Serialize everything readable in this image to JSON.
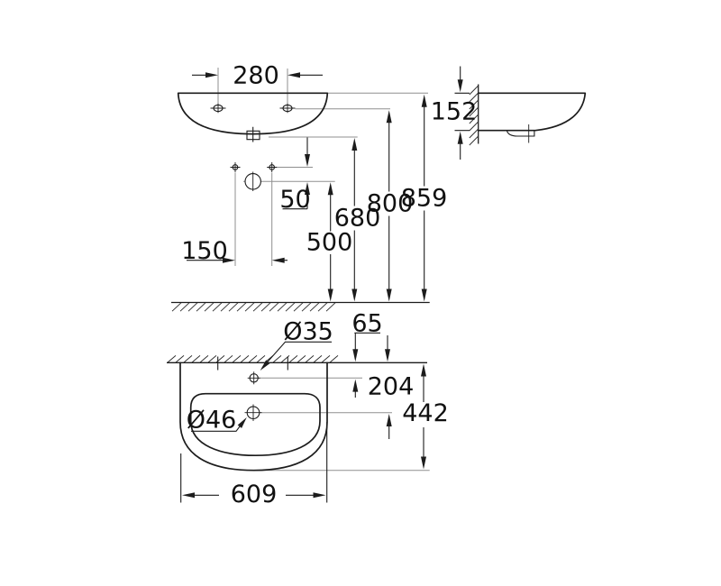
{
  "views": {
    "front": {
      "labels": {
        "hole_spacing": "280",
        "faucet_to_trap": "50",
        "faucet_spacing": "150",
        "height_trap": "500",
        "height_basin_bottom": "680",
        "height_mounting_holes": "800",
        "height_rim": "859"
      }
    },
    "side": {
      "labels": {
        "edge_thickness": "152"
      }
    },
    "plan": {
      "labels": {
        "faucet_hole_diameter": "Ø35",
        "wall_to_faucet_hole": "65",
        "wall_to_drain": "204",
        "total_depth": "442",
        "drain_diameter": "Ø46",
        "total_width": "609"
      }
    }
  },
  "colors": {
    "line": "#1c1c1c",
    "reference_line": "#8f8f8f",
    "background": "#ffffff"
  }
}
